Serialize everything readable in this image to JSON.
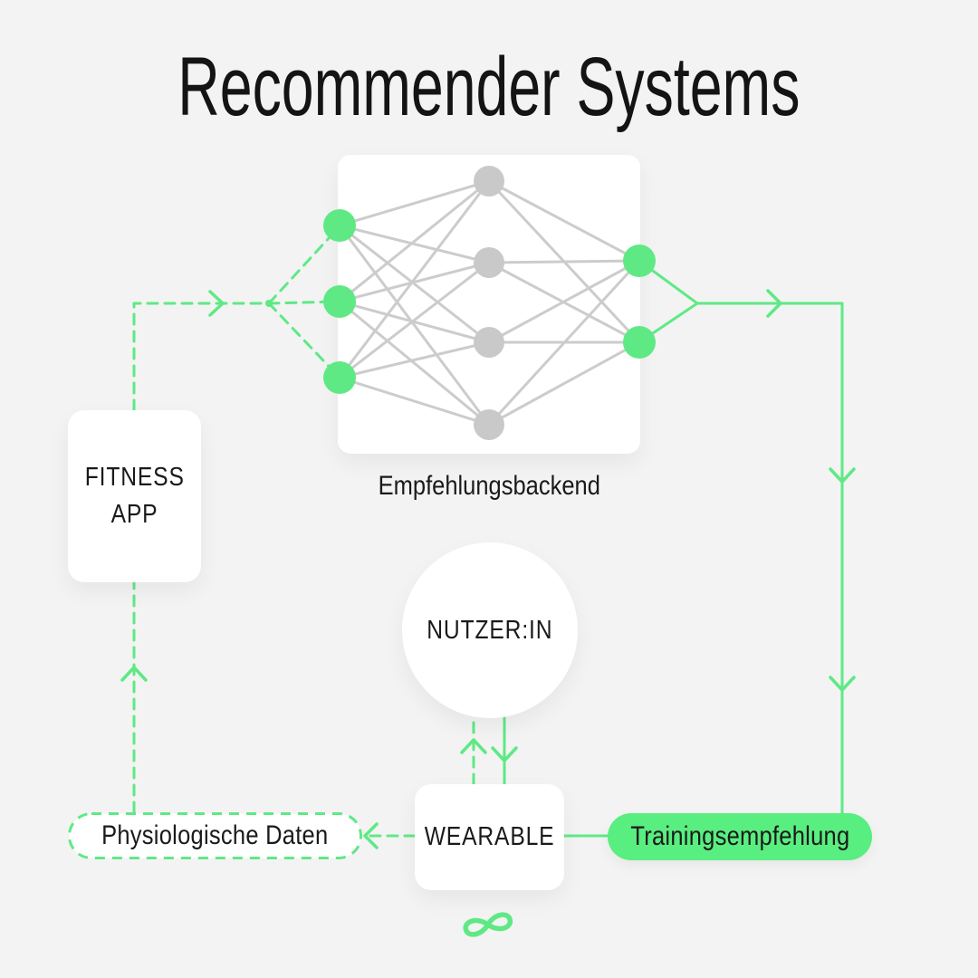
{
  "title": "Recommender Systems",
  "colors": {
    "background": "#f3f3f3",
    "surface": "#ffffff",
    "text": "#1a1a1a",
    "accent_green": "#5fe985",
    "pill_green": "#58ee80",
    "node_gray": "#c9c9c9",
    "edge_gray": "#cccccc"
  },
  "backend": {
    "label": "Empfehlungsbackend",
    "network": {
      "input_nodes": 3,
      "hidden_nodes": 4,
      "output_nodes": 2
    }
  },
  "fitness_app": {
    "line1": "FITNESS",
    "line2": "APP"
  },
  "user": {
    "label": "NUTZER:IN"
  },
  "wearable": {
    "label": "WEARABLE"
  },
  "physiological_data": {
    "label": "Physiologische Daten"
  },
  "training_recommendation": {
    "label": "Trainingsempfehlung"
  },
  "icons": {
    "loop": "infinity-icon"
  }
}
